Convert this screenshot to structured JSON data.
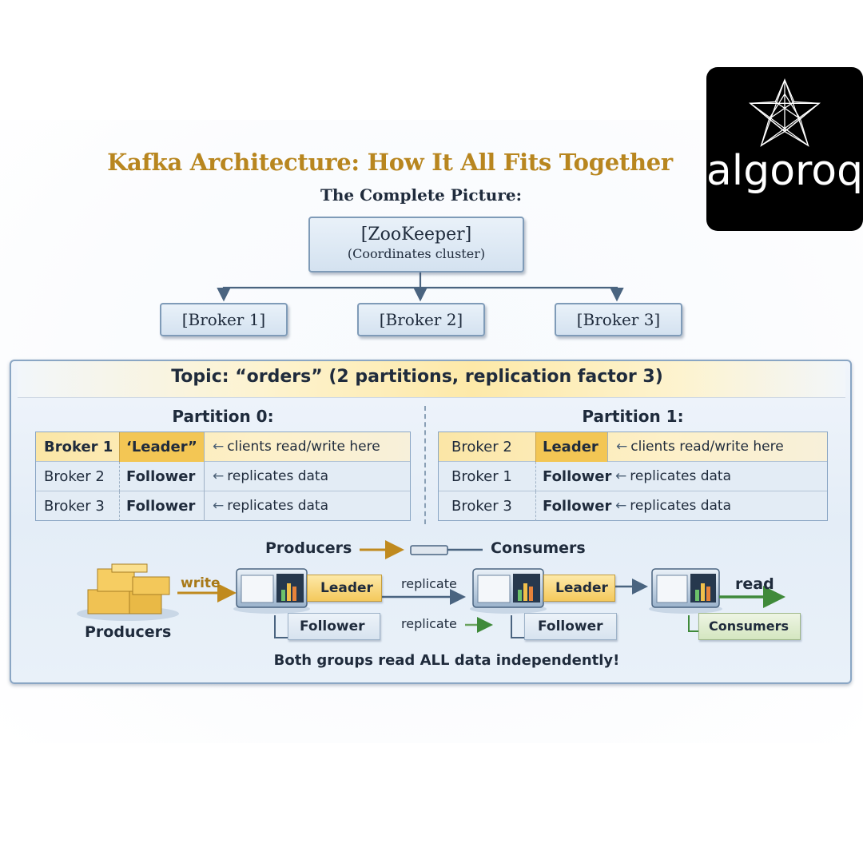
{
  "title": "Kafka Architecture: How It All Fits Together",
  "subtitle": "The Complete Picture:",
  "zookeeper": {
    "name": "[ZooKeeper]",
    "role": "(Coordinates cluster)"
  },
  "brokers": [
    "[Broker 1]",
    "[Broker 2]",
    "[Broker 3]"
  ],
  "topic": "Topic: “orders” (2 partitions, replication factor 3)",
  "partitions": [
    {
      "title": "Partition 0:",
      "rows": [
        {
          "broker": "Broker 1",
          "role": "‘Leader”",
          "note": "clients read/write here"
        },
        {
          "broker": "Broker 2",
          "role": "Follower",
          "note": "replicates data"
        },
        {
          "broker": "Broker 3",
          "role": "Follower",
          "note": "replicates data"
        }
      ]
    },
    {
      "title": "Partition 1:",
      "rows": [
        {
          "broker": "Broker 2",
          "role": "Leader",
          "note": "clients read/write here"
        },
        {
          "broker": "Broker 1",
          "role": "Follower",
          "note": "replicates data"
        },
        {
          "broker": "Broker 3",
          "role": "Follower",
          "note": "replicates data"
        }
      ]
    }
  ],
  "flow": {
    "producers_top": "Producers",
    "consumers_top": "Consumers",
    "write": "write",
    "producers": "Producers",
    "leader1": "Leader",
    "replicate1": "replicate",
    "leader2": "Leader",
    "read": "read",
    "follower1": "Follower",
    "replicate2": "replicate",
    "follower2": "Follower",
    "consumers": "Consumers"
  },
  "footer": "Both groups read ALL data independently!",
  "logo": {
    "text": "algoroq"
  },
  "colors": {
    "title": "#b8861f",
    "leader": "#f3c654",
    "box": "#d4e2f0",
    "arrow": "#4a6480",
    "write_arrow": "#c08a1e",
    "read_arrow": "#3f8a3a"
  },
  "icons": {
    "arrow": "arrow-left-icon",
    "server": "server-icon",
    "boxes": "cardboard-boxes-icon",
    "logo": "geometric-star-icon"
  }
}
